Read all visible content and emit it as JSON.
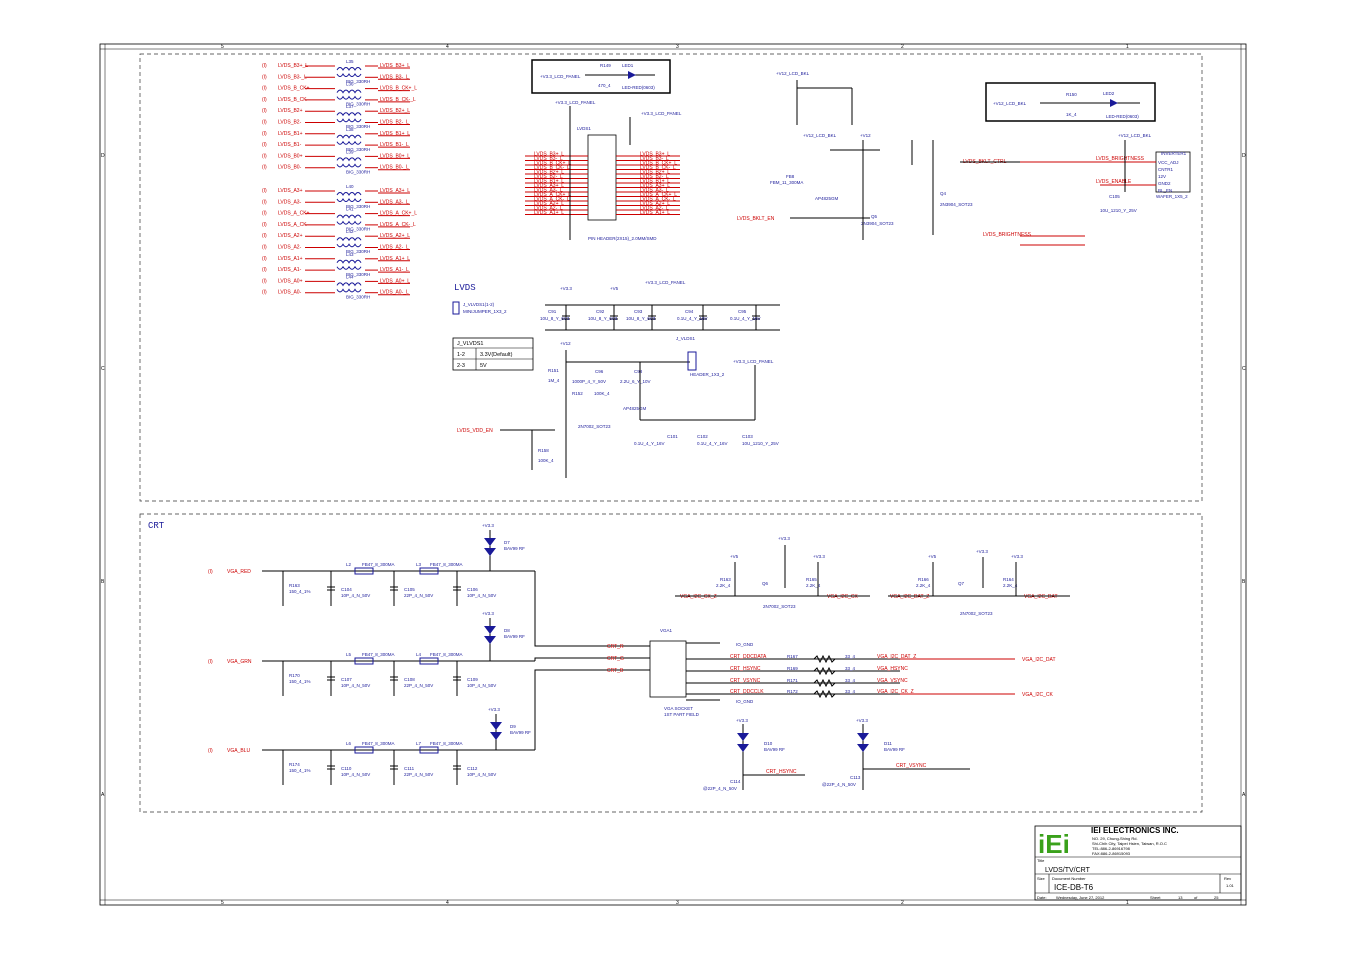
{
  "sections": {
    "lvds": "LVDS",
    "crt": "CRT"
  },
  "lvds": {
    "left_nets": [
      "LVDS_B3+_L",
      "LVDS_B3-_L",
      "LVDS_B_CK+",
      "LVDS_B_CK-",
      "LVDS_B2+",
      "LVDS_B2-",
      "LVDS_B1+",
      "LVDS_B1-",
      "LVDS_B0+",
      "LVDS_B0-",
      "LVDS_A3+",
      "LVDS_A3-",
      "LVDS_A_CK+",
      "LVDS_A_CK-",
      "LVDS_A2+",
      "LVDS_A2-",
      "LVDS_A1+",
      "LVDS_A1-",
      "LVDS_A0+",
      "LVDS_A0-"
    ],
    "right_nets": [
      "LVDS_B3+_L",
      "LVDS_B3-_L",
      "LVDS_B_CK+_L",
      "LVDS_B_CK-_L",
      "LVDS_B2+_L",
      "LVDS_B2-_L",
      "LVDS_B1+_L",
      "LVDS_B1-_L",
      "LVDS_B0+_L",
      "LVDS_B0-_L",
      "LVDS_A3+_L",
      "LVDS_A3-_L",
      "LVDS_A_CK+_L",
      "LVDS_A_CK-_L",
      "LVDS_A2+_L",
      "LVDS_A2-_L",
      "LVDS_A1+_L",
      "LVDS_A1-_L",
      "LVDS_A0+_L",
      "LVDS_A0-_L"
    ],
    "chokes": [
      "L35",
      "L36",
      "L37",
      "L38",
      "L39",
      "L40",
      "L41",
      "L42",
      "L43",
      "L44"
    ],
    "choke_part": "BIG_330RH",
    "led_box": {
      "net": "+V3.3_LCD_PANEL",
      "res": "R149",
      "res_val": "470_4",
      "led": "LED1",
      "led_val": "LED-RED(0603)"
    },
    "bkl_box": {
      "net": "+V12_LCD_BKL",
      "res": "R150",
      "res_val": "1K_4",
      "led": "LED2",
      "led_val": "LED-RED(0603)"
    },
    "connector": {
      "ref": "LVDS1",
      "part": "PIN HEADER(2X15)_2.0MM/SMD",
      "supply": "+V3.3_LCD_PANEL",
      "supply2": "+V3.3_LCD_PANEL"
    },
    "jumper": {
      "ref": "J_VLVDS1",
      "part": "J_VLVDS1(1-2)",
      "sub": "MINIJUMPER_1X3_2",
      "table_title": "J_VLVDS1",
      "rows": [
        [
          "1-2",
          "3.3V(Default)"
        ],
        [
          "2-3",
          "5V"
        ]
      ]
    },
    "caps_top": [
      "C91",
      "C92",
      "C93",
      "C94",
      "C95"
    ],
    "caps_top_vals": [
      "10U_8_Y_6V3",
      "10U_8_Y_6V3",
      "10U_8_Y_6V3",
      "0.1U_4_Y_16V",
      "0.1U_4_Y_16V"
    ],
    "power_nets": [
      "+V3.3",
      "+V5",
      "+V3.3_LCD_PANEL",
      "+V12",
      "+V12_LCD_BKL"
    ],
    "vdd_en": "LVDS_VDD_EN",
    "fet_q3": "2N7002_SOT23",
    "fet_q4": "AP4825GM",
    "header": {
      "ref": "J_VLDS1",
      "part": "HEADER_1X3_2"
    },
    "r_vals": [
      "R151",
      "1M_4",
      "R152",
      "100K_4",
      "R158",
      "100K_4"
    ],
    "caps_mid": [
      "C96",
      "1000P_4_Y_50V",
      "C98",
      "2.2U_6_Y_10V",
      "C101",
      "0.1U_4_Y_16V",
      "C102",
      "0.1U_4_Y_16V",
      "C103",
      "10U_1210_Y_25V"
    ],
    "inverter": {
      "title": "INVERTER1",
      "pins": [
        "VCC_ADJ",
        "CNTR1",
        "12V",
        "GND2",
        "BL_EN"
      ],
      "part": "WAFER_1X5_2",
      "brightness": "LVDS_BRIGHTNESS",
      "enable": "LVDS_ENABLE",
      "bklt_ctrl": "LVDS_BKLT_CTRL",
      "bklt_en": "LVDS_BKLT_EN",
      "q4": "Q4",
      "q4_part": "2N3904_SOT23",
      "q5": "Q5",
      "q5_part": "2N3904_SOT23",
      "cap": "C105",
      "cap_val": "10U_1210_Y_25V",
      "fb": "FB8",
      "fb_val": "FBM_11_300MA"
    }
  },
  "crt": {
    "inputs": [
      "VGA_RED",
      "VGA_GRN",
      "VGA_BLU"
    ],
    "res": [
      [
        "R163",
        "150_4_1%"
      ],
      [
        "R170",
        "150_4_1%"
      ],
      [
        "R174",
        "150_4_1%"
      ]
    ],
    "fbs": [
      "FB47_8_300MA",
      "FB47_8_300MA",
      "FB47_8_300MA",
      "FB47_8_300MA",
      "FB47_8_300MA",
      "FB47_8_300MA"
    ],
    "coils": [
      "L2",
      "L3",
      "L5",
      "L4",
      "L6",
      "L7"
    ],
    "caps": [
      "C104",
      "C105",
      "C106",
      "C107",
      "C108",
      "C109",
      "C110",
      "C111",
      "C112"
    ],
    "cap_vals": [
      "10P_4_N_50V",
      "22P_4_N_50V",
      "10P_4_N_50V"
    ],
    "diodes": [
      [
        "D7",
        "BAV99 RF"
      ],
      [
        "D8",
        "BAV99 RF"
      ],
      [
        "D9",
        "BAV99 RF"
      ],
      [
        "D10",
        "BAV99 RF"
      ],
      [
        "D11",
        "BAV99 RF"
      ]
    ],
    "socket": {
      "ref": "VGA1",
      "part": "VGA SOCKET",
      "sub": "1ST PART FIELD",
      "nets_in": [
        "CRT_R",
        "CRT_G",
        "CRT_B"
      ],
      "gnd": "IO_GND"
    },
    "sigs": [
      "CRT_DDCDATA",
      "CRT_HSYNC",
      "CRT_VSYNC",
      "CRT_DDCCLK"
    ],
    "sig_res": [
      [
        "R167",
        "33_4"
      ],
      [
        "R169",
        "33_4"
      ],
      [
        "R171",
        "33_4"
      ],
      [
        "R172",
        "33_4"
      ]
    ],
    "sig_out": [
      "VGA_I2C_DAT_Z",
      "VGA_HSYNC",
      "VGA_VSYNC",
      "VGA_I2C_CK_Z"
    ],
    "ddc_out": [
      "VGA_I2C_DAT",
      "VGA_I2C_CK"
    ],
    "fet_left": {
      "ref": "Q6",
      "part": "2N7002_SOT23",
      "net_l": "VGA_I2C_CK_Z",
      "net_r": "VGA_I2C_CK",
      "rl": "R163",
      "rl_val": "2.2K_4",
      "rr": "R165",
      "rr_val": "2.2K_4"
    },
    "fet_right": {
      "ref": "Q7",
      "part": "2N7002_SOT23",
      "net_l": "VGA_I2C_DAT_Z",
      "net_r": "VGA_I2C_DAT",
      "rl": "R166",
      "rl_val": "2.2K_4",
      "rr": "R164",
      "rr_val": "2.2K_4"
    },
    "sync_caps": [
      [
        "C114",
        "@22P_4_N_50V"
      ],
      [
        "C113",
        "@22P_4_N_50V"
      ]
    ],
    "hsync": "CRT_HSYNC",
    "vsync": "CRT_VSYNC",
    "supplies": [
      "+V3.3",
      "+V5",
      "+V3.3"
    ]
  },
  "title_block": {
    "logo": "iEi",
    "company": "IEI ELECTRONICS INC.",
    "address": [
      "NO. 29, Chung-Shing Rd.",
      "Shi-Chih City, Taipei Hsien, Taiwan, R.O.C",
      "TEL:886-2-86916798",
      "FAX:886-2-86915093"
    ],
    "title_label": "Title",
    "title": "LVDS/TV/CRT",
    "size_label": "Size",
    "docnum_label": "Document Number",
    "rev_label": "Rev",
    "docnum": "ICE-DB-T6",
    "rev": "1.01",
    "date_label": "Date:",
    "date": "Wednesday, June 27, 2012",
    "sheet_label": "Sheet",
    "sheet": "13",
    "of_label": "of",
    "of": "25"
  },
  "border": {
    "cols": [
      "5",
      "4",
      "3",
      "2",
      "1"
    ],
    "rows": [
      "D",
      "C",
      "B",
      "A"
    ]
  }
}
